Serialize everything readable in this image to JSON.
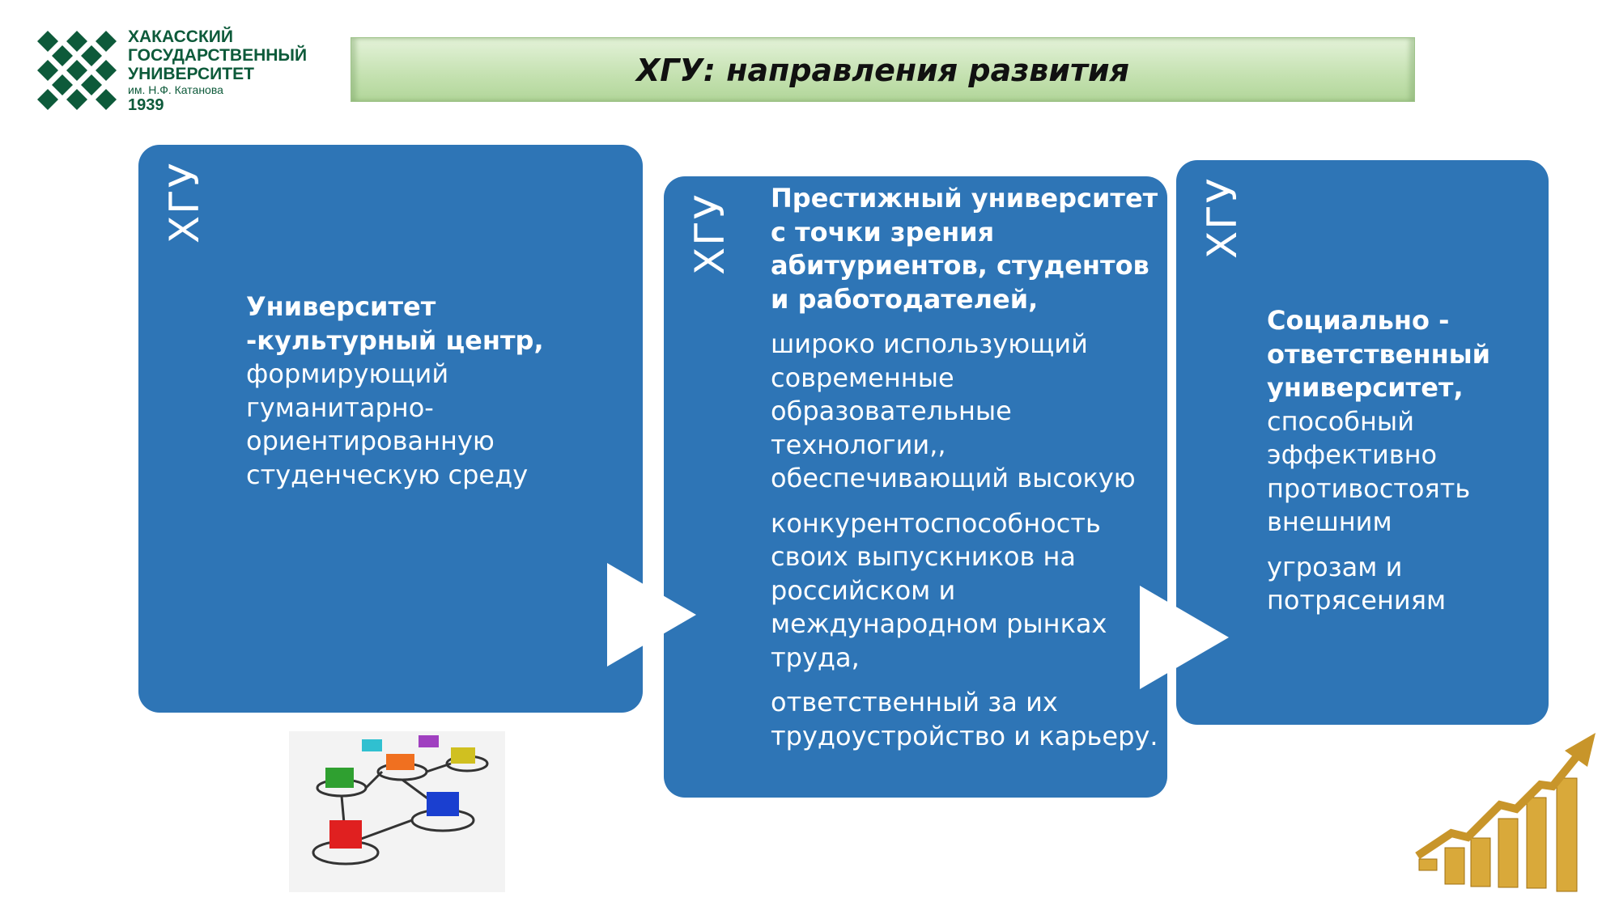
{
  "logo": {
    "line1": "ХАКАССКИЙ",
    "line2": "ГОСУДАРСТВЕННЫЙ",
    "line3": "УНИВЕРСИТЕТ",
    "line4": "им. Н.Ф. Катанова",
    "year": "1939"
  },
  "title": "ХГУ: направления развития",
  "boxes": [
    {
      "label": "ХГУ",
      "bold": "Университет -культурный центр,",
      "text": " формирующий гуманитарно-ориентированную студенческую среду"
    },
    {
      "label": "ХГУ",
      "bold": "Престижный университет с точки зрения абитуриентов, студентов и работодателей,",
      "p1": "широко использующий современные образовательные технологии,, обеспечивающий высокую",
      "p2": "конкурентоспособность своих выпускников на российском и международном рынках труда,",
      "p3": "ответственный за их трудоустройство и карьеру."
    },
    {
      "label": "ХГУ",
      "bold": "Социально - ответственный университет,",
      "text": " способный эффективно противостоять внешним",
      "p2": "угрозам и потрясениям"
    }
  ],
  "colors": {
    "box": "#2e75b6",
    "logo": "#0d5a3a",
    "banner": "#c4e1b0"
  }
}
